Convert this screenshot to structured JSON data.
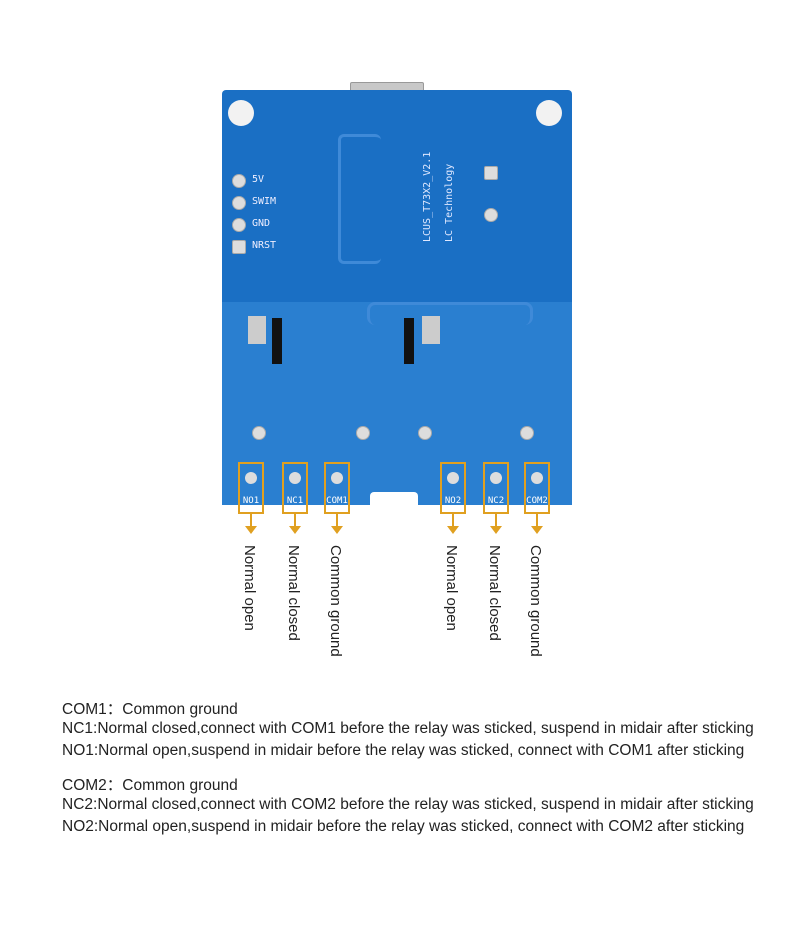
{
  "board": {
    "model": "LCUS_T73X2_V2.1",
    "maker": "LC Technology",
    "pins": [
      "5V",
      "SWIM",
      "GND",
      "NRST"
    ]
  },
  "terminals": [
    {
      "id": "NO1",
      "label": "Normal open"
    },
    {
      "id": "NC1",
      "label": "Normal closed"
    },
    {
      "id": "COM1",
      "label": "Common ground"
    },
    {
      "id": "NO2",
      "label": "Normal open"
    },
    {
      "id": "NC2",
      "label": "Normal closed"
    },
    {
      "id": "COM2",
      "label": "Common ground"
    }
  ],
  "descriptions": [
    "COM1：Common ground",
    "NC1:Normal closed,connect with COM1 before the relay was sticked, suspend in midair after sticking",
    "NO1:Normal open,suspend in midair before the relay was sticked, connect with COM1 after sticking",
    "COM2：Common ground",
    "NC2:Normal closed,connect with COM2 before the relay was sticked, suspend in midair after sticking",
    "NO2:Normal open,suspend in midair before the relay was sticked, connect with COM2 after sticking"
  ],
  "colors": {
    "pcb": "#1a6fc4",
    "callout": "#e0a020"
  }
}
